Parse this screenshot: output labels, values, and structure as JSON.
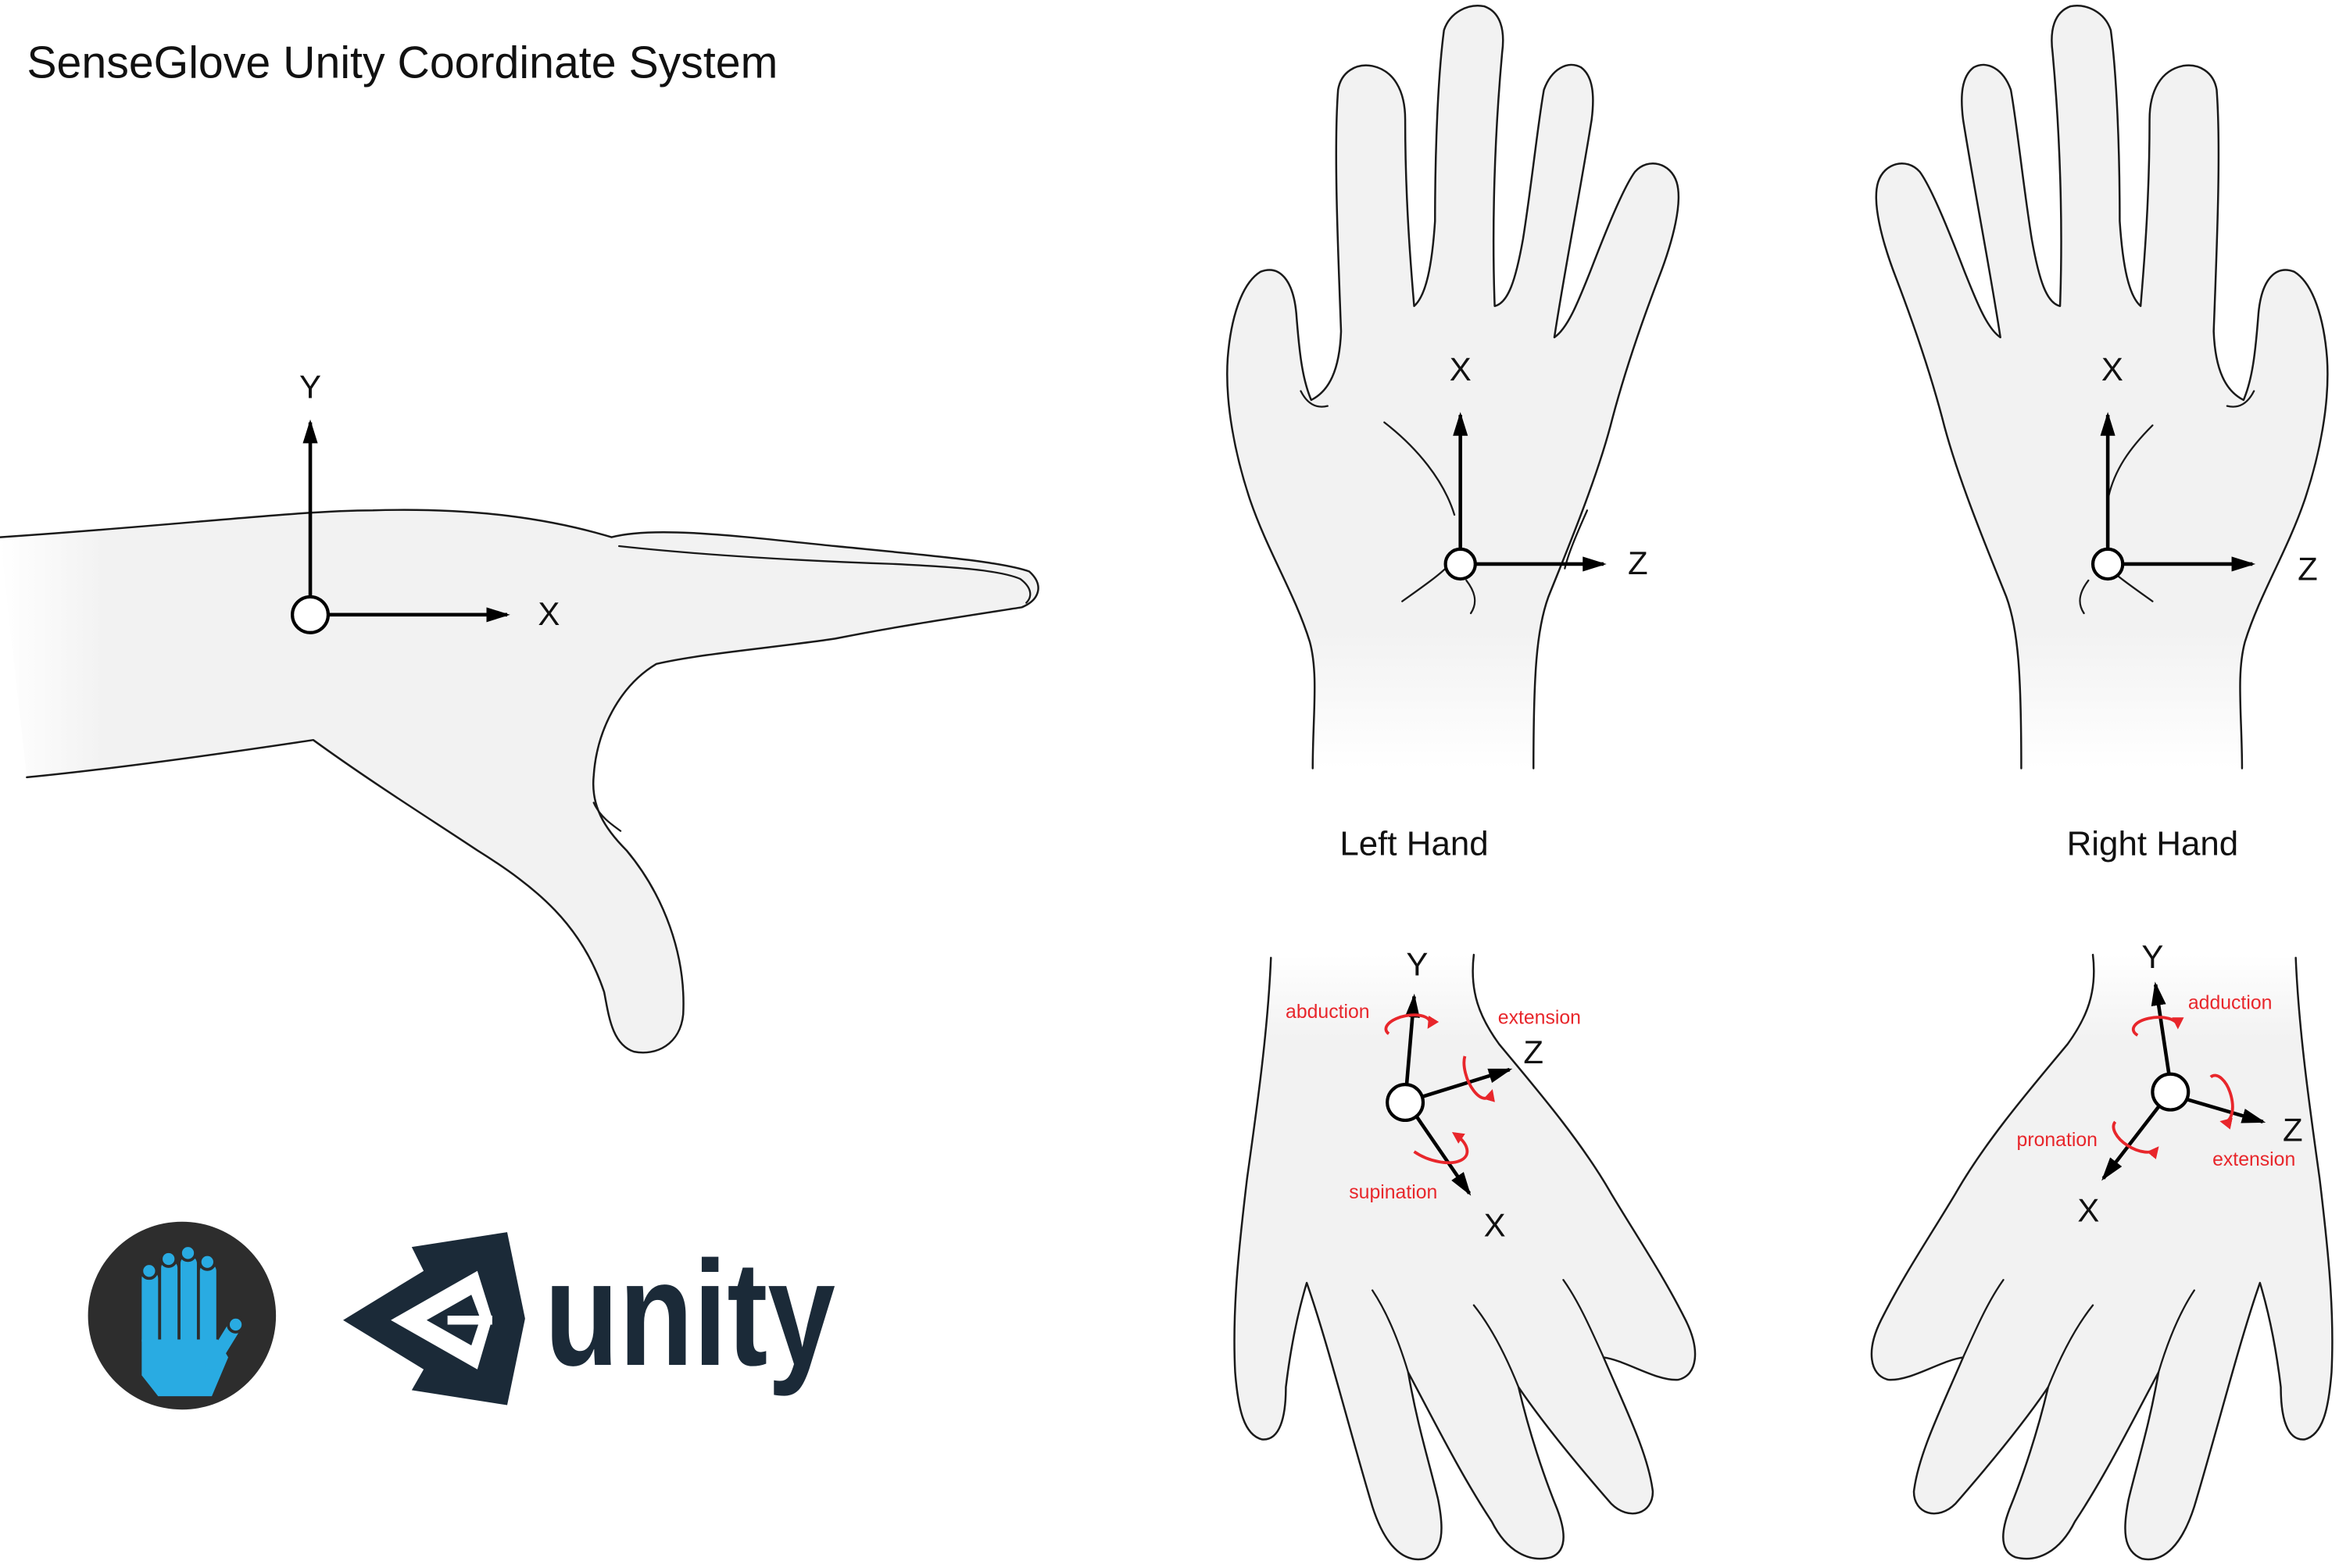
{
  "title": "SenseGlove Unity Coordinate System",
  "side_view": {
    "axis_y": "Y",
    "axis_x": "X"
  },
  "palm_left": {
    "caption": "Left Hand",
    "axis_x": "X",
    "axis_z": "Z"
  },
  "palm_right": {
    "caption": "Right Hand",
    "axis_x": "X",
    "axis_z": "Z"
  },
  "dorsal_left": {
    "axis_y": "Y",
    "axis_z": "Z",
    "axis_x": "X",
    "rot_y": "abduction",
    "rot_z": "extension",
    "rot_x": "supination"
  },
  "dorsal_right": {
    "axis_y": "Y",
    "axis_z": "Z",
    "axis_x": "X",
    "rot_y": "adduction",
    "rot_z": "extension",
    "rot_x": "pronation"
  },
  "logos": {
    "senseglove_icon": "senseglove-hand-icon",
    "unity_icon": "unity-cube-icon",
    "unity_wordmark": "unity"
  },
  "colors": {
    "skin": "#f2f2f2",
    "outline": "#1a1a1a",
    "rotation": "#e8262b",
    "senseglove_blue": "#29abe2",
    "senseglove_background": "#2d2d2d",
    "unity": "#1b2a38"
  }
}
